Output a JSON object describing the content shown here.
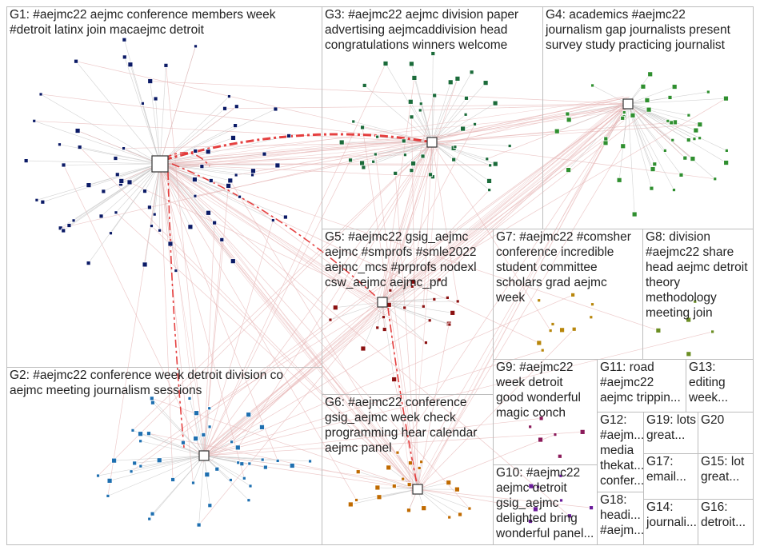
{
  "groups": [
    {
      "id": "G1",
      "label": "G1: #aejmc22 aejmc conference members week\n#detroit latinx join macaejmc detroit",
      "color": "#0b1a66"
    },
    {
      "id": "G2",
      "label": "G2: #aejmc22 conference week detroit division co\naejmc meeting journalism sessions",
      "color": "#1e6fb0"
    },
    {
      "id": "G3",
      "label": "G3: #aejmc22 aejmc division paper\nadvertising aejmcaddivision head\ncongratulations winners welcome",
      "color": "#1b6b3a"
    },
    {
      "id": "G4",
      "label": "G4: academics #aejmc22\njournalism gap journalists present\nsurvey study practicing journalist",
      "color": "#2f8f2f"
    },
    {
      "id": "G5",
      "label": "G5: #aejmc22 gsig_aejmc\naejmc #smprofs #smle2022\naejmc_mcs #prprofs nodexl\ncsw_aejmc aejmc_prd",
      "color": "#8b1010"
    },
    {
      "id": "G6",
      "label": "G6: #aejmc22 conference\ngsig_aejmc week check\nprogramming hear calendar\naejmc panel",
      "color": "#c06a00"
    },
    {
      "id": "G7",
      "label": "G7: #aejmc22 #comsher\nconference incredible\nstudent committee\nscholars grad aejmc\nweek",
      "color": "#b8860b"
    },
    {
      "id": "G8",
      "label": "G8: division\n#aejmc22 share\nhead aejmc detroit\ntheory\nmethodology\nmeeting join",
      "color": "#6b8e23"
    },
    {
      "id": "G9",
      "label": "G9: #aejmc22\nweek detroit\ngood wonderful\nmagic conch",
      "color": "#8b1a5a"
    },
    {
      "id": "G10",
      "label": "G10: #aejmc22\naejmc detroit\ngsig_aejmc\ndelighted bring\nwonderful panel...",
      "color": "#6a1b9a"
    },
    {
      "id": "G11",
      "label": "G11: road\n#aejmc22\naejmc trippin...",
      "color": "#555555"
    },
    {
      "id": "G12",
      "label": "G12:\n#aejm...\nmedia\nthekat...\nconfer...",
      "color": "#555555"
    },
    {
      "id": "G13",
      "label": "G13:\nediting\nweek...",
      "color": "#555555"
    },
    {
      "id": "G14",
      "label": "G14:\njournali...",
      "color": "#555555"
    },
    {
      "id": "G15",
      "label": "G15: lot\ngreat...",
      "color": "#555555"
    },
    {
      "id": "G16",
      "label": "G16:\ndetroit...",
      "color": "#555555"
    },
    {
      "id": "G17",
      "label": "G17:\nemail...",
      "color": "#555555"
    },
    {
      "id": "G18",
      "label": "G18:\nheadi...\n#aejm...",
      "color": "#555555"
    },
    {
      "id": "G19",
      "label": "G19: lots\ngreat...",
      "color": "#555555"
    },
    {
      "id": "G20",
      "label": "G20",
      "color": "#555555"
    }
  ],
  "colors": {
    "edge": "#e6b3b3",
    "edge_strong": "#e02020",
    "border": "#bdbdbd"
  }
}
